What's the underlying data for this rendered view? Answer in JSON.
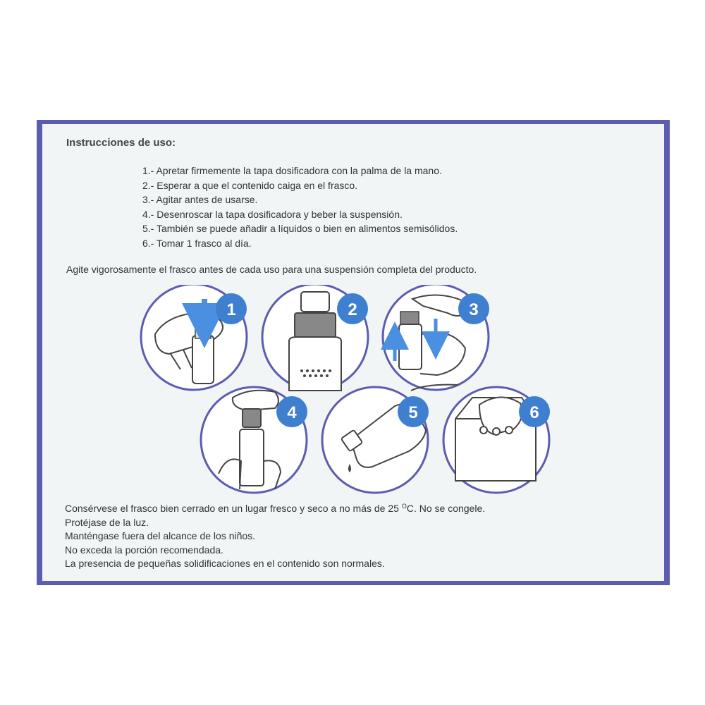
{
  "title": "Instrucciones de uso:",
  "steps": [
    "1.- Apretar firmemente la tapa dosificadora con la palma de la mano.",
    "2.- Esperar a que el contenido caiga en el frasco.",
    "3.- Agitar antes de usarse.",
    "4.- Desenroscar la tapa dosificadora y beber la suspensión.",
    "5.- También se puede añadir a líquidos o bien en alimentos semisólidos.",
    "6.- Tomar 1 frasco al día."
  ],
  "agite": "Agite vigorosamente el frasco antes de cada uso para una suspensión completa del producto.",
  "illustrations": {
    "badges": [
      "1",
      "2",
      "3",
      "4",
      "5",
      "6"
    ]
  },
  "footer": {
    "storage_pre": "Consérvese el frasco bien cerrado en un lugar fresco y seco a no más de 25 ",
    "storage_unit_sup": "O",
    "storage_post": "C. No se congele.",
    "lines": [
      "Protéjase de la luz.",
      "Manténgase fuera del alcance de los niños.",
      "No exceda la porción recomendada.",
      "La presencia de pequeñas solidificaciones en el contenido son normales."
    ]
  },
  "colors": {
    "border": "#5c5cb0",
    "card": "#f1f5f6",
    "badge": "#3f7fd0",
    "arrow": "#4a8fe0",
    "line": "#444444"
  }
}
